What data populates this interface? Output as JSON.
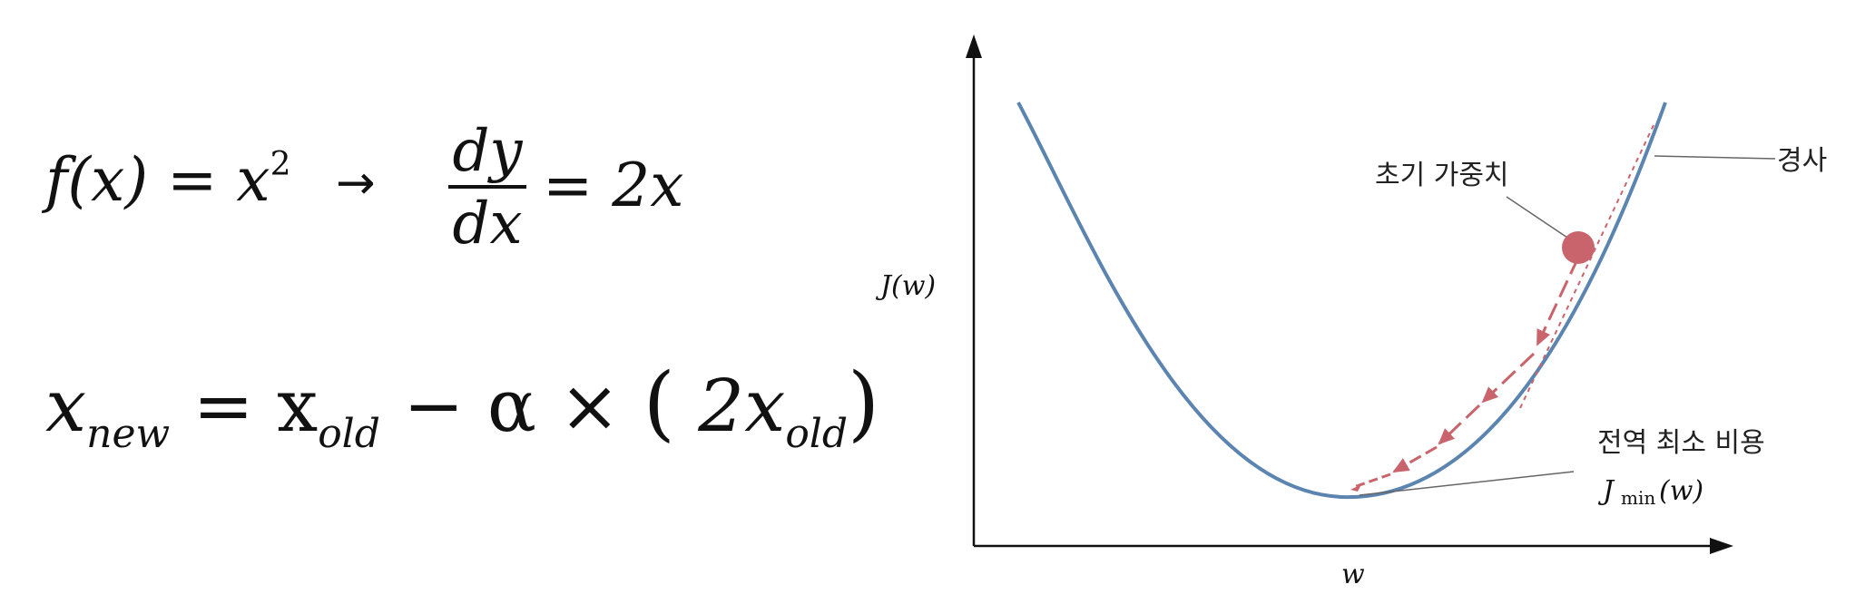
{
  "equations": {
    "f_lhs": "f(x) = x",
    "f_power": "2",
    "arrow": "→",
    "deriv_num": "dy",
    "deriv_den": "dx",
    "deriv_rhs": "= 2x",
    "update_x": "x",
    "update_new": "new",
    "update_eq": " = x",
    "update_old1": "old",
    "update_mid": " − α × ",
    "update_lp": "(",
    "update_inner": " 2x",
    "update_old2": "old",
    "update_rp": ")"
  },
  "diagram": {
    "y_axis_label": "J(w)",
    "x_axis_label": "w",
    "label_initial_weight": "초기 가중치",
    "label_gradient": "경사",
    "label_global_min": "전역 최소 비용",
    "label_jmin_J": "J",
    "label_jmin_sub": "min",
    "label_jmin_w": "(w)",
    "colors": {
      "curve": "#5b84b1",
      "arrows": "#c9646c",
      "axis": "#111111",
      "leader": "#666666"
    }
  }
}
